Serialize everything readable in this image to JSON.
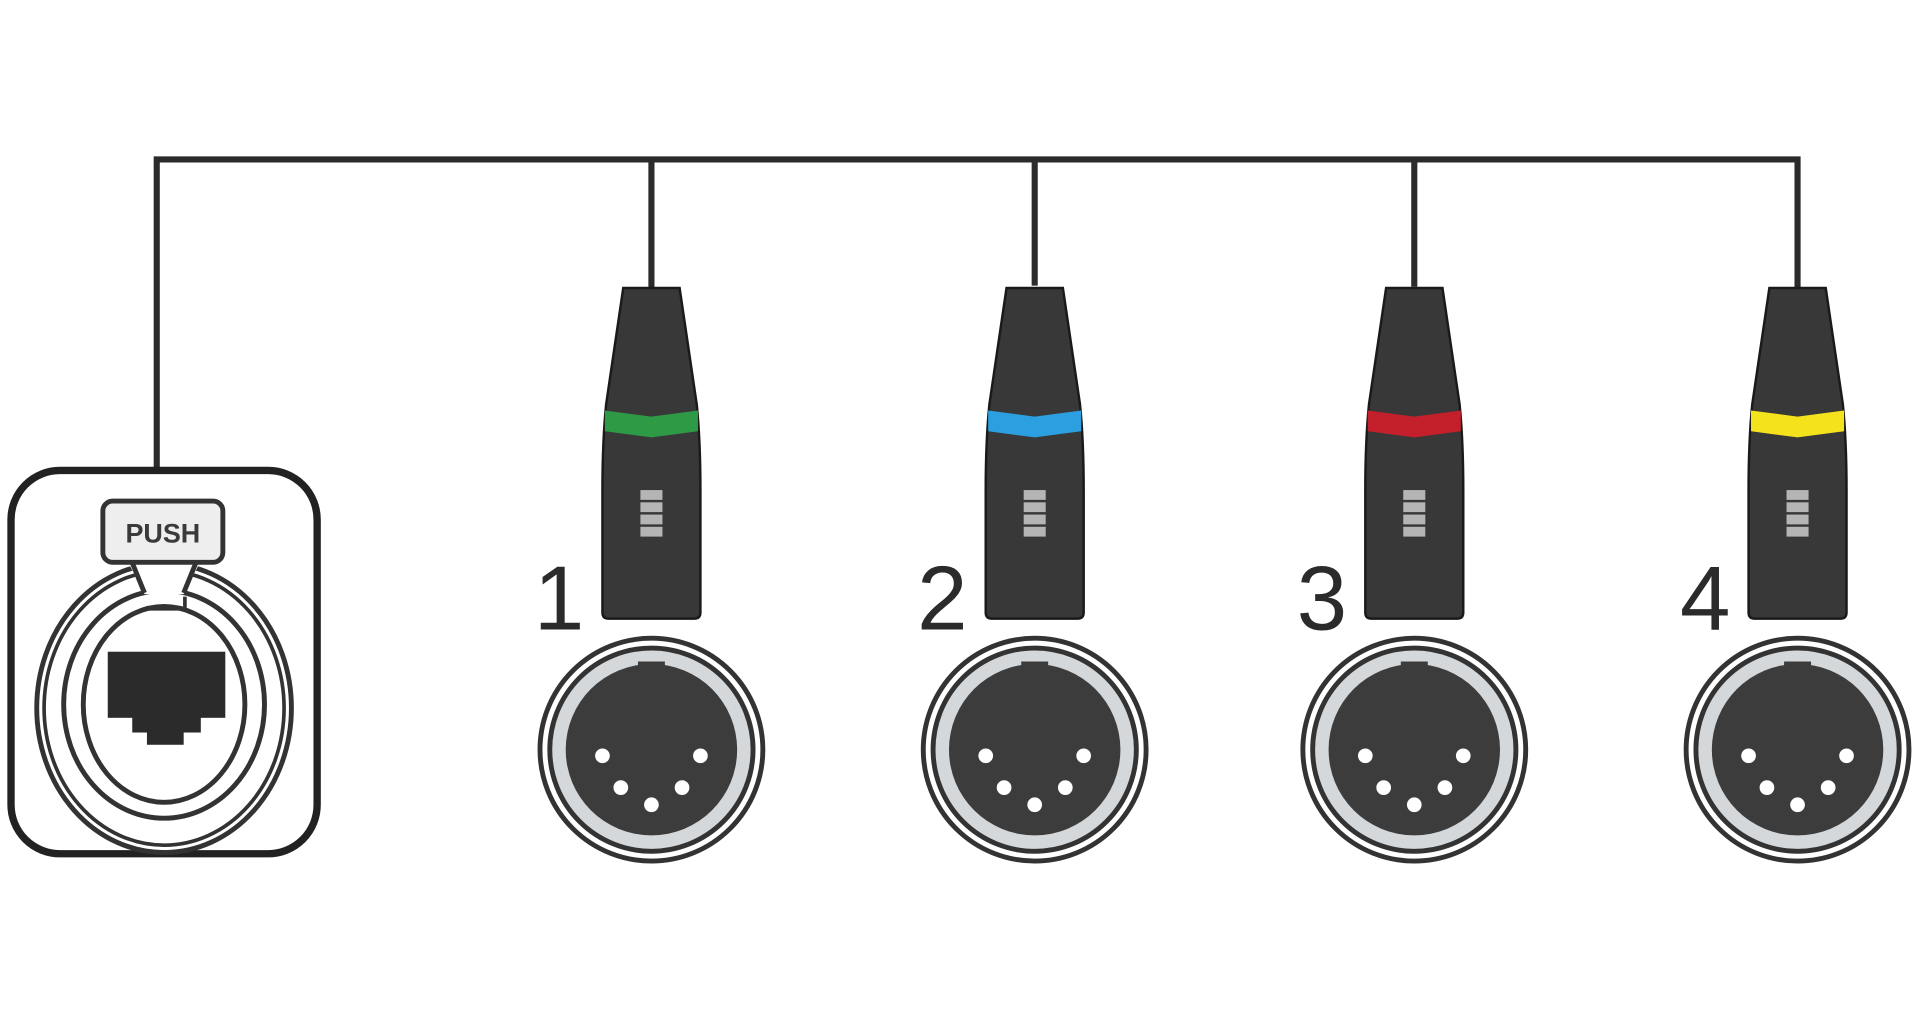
{
  "rj45_socket": {
    "label": "PUSH"
  },
  "colors": {
    "cable": "#2b2b2b",
    "plug_body": "#383838",
    "pin_face": "#3c3c3c",
    "ring": "#d4d8db"
  },
  "connectors": [
    {
      "number": "1",
      "band_color": "#2e9a46"
    },
    {
      "number": "2",
      "band_color": "#2b9fdf"
    },
    {
      "number": "3",
      "band_color": "#c4202b"
    },
    {
      "number": "4",
      "band_color": "#f3e21c"
    }
  ]
}
